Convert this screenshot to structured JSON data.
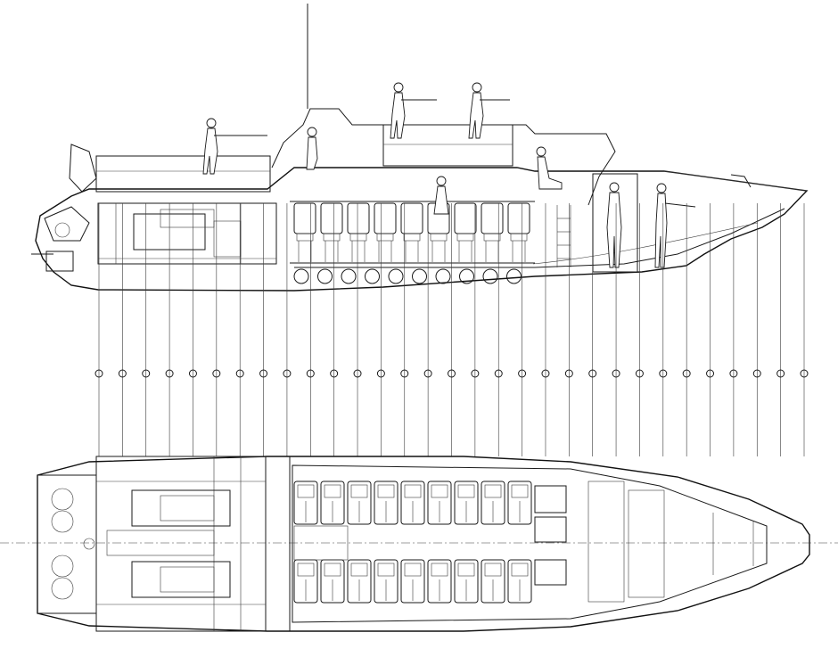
{
  "drawing": {
    "frame_count": 31,
    "line_color": "#1a1a1a",
    "centerline_style": "dash-dot"
  },
  "side_profile": {
    "seat_count": 9,
    "porthole_count": 10,
    "crew_figures": 8
  },
  "plan_view": {
    "seat_rows": 2,
    "seats_per_row": 9
  }
}
